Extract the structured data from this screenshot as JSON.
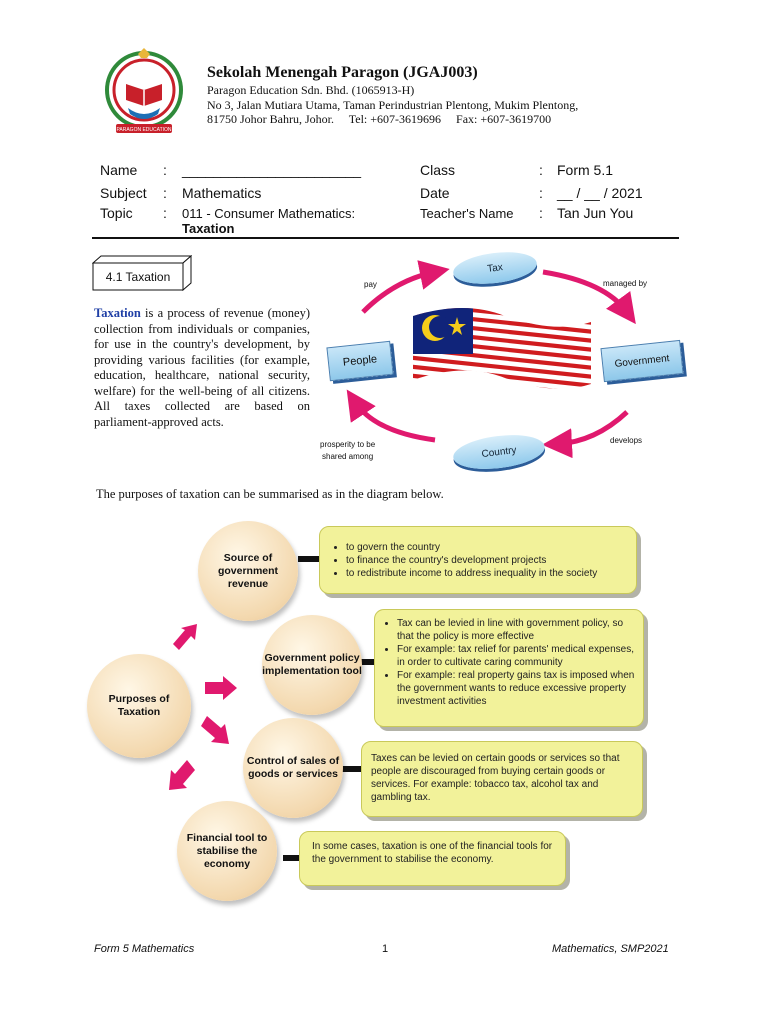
{
  "school": {
    "name": "Sekolah Menengah Paragon (JGAJ003)",
    "company": "Paragon Education Sdn. Bhd. (1065913-H)",
    "address1": "No 3, Jalan Mutiara Utama, Taman Perindustrian Plentong, Mukim Plentong,",
    "address2": "81750 Johor Bahru, Johor.     Tel: +607-3619696     Fax: +607-3619700",
    "logo_text": "PARAGON EDUCATION"
  },
  "info": {
    "name_label": "Name",
    "name_value": "_______________________",
    "class_label": "Class",
    "class_value": "Form 5.1",
    "subject_label": "Subject",
    "subject_value": "Mathematics",
    "date_label": "Date",
    "date_value": "__ / __ / 2021",
    "topic_label": "Topic",
    "topic_value": "011 - Consumer Mathematics:",
    "topic_value2": "Taxation",
    "teacher_label": "Teacher's Name",
    "teacher_value": "Tan Jun You",
    "colon": ":"
  },
  "section_label": "4.1 Taxation",
  "intro": {
    "term": "Taxation",
    "text": " is a process of revenue (money) collection from individuals or companies, for use in the country's development, by providing various facilities (for example, education, healthcare, national security, welfare) for the well-being of all citizens. All taxes collected are based on parliament-approved acts."
  },
  "cycle": {
    "tax": "Tax",
    "people": "People",
    "government": "Government",
    "country": "Country",
    "pay": "pay",
    "managed_by": "managed by",
    "develops": "develops",
    "prosperity": "prosperity to be",
    "shared": "shared among",
    "colors": {
      "arrow": "#e0196e"
    }
  },
  "purposes_intro": "The purposes of taxation can be summarised as in the diagram below.",
  "diagram": {
    "center": "Purposes of Taxation",
    "items": [
      {
        "title": "Source of government revenue",
        "bullets": [
          "to govern the country",
          "to finance the country's development projects",
          "to redistribute income to address inequality in the society"
        ]
      },
      {
        "title": "Government policy implementation tool",
        "bullets": [
          "Tax can be levied in line with government policy, so that the policy is more effective",
          "For example: tax relief for parents' medical expenses, in order to cultivate caring community",
          "For example: real property gains tax is imposed when the government wants to reduce excessive property investment activities"
        ]
      },
      {
        "title": "Control of sales of goods or services",
        "text": "Taxes can be levied on certain goods or services so that people are discouraged from buying certain goods or services. For example: tobacco tax, alcohol tax and gambling tax."
      },
      {
        "title": "Financial tool to stabilise the economy",
        "text": "In some cases, taxation is one of the financial tools for the government to stabilise the economy."
      }
    ]
  },
  "footer": {
    "left": "Form 5 Mathematics",
    "center": "1",
    "right": "Mathematics, SMP2021"
  }
}
